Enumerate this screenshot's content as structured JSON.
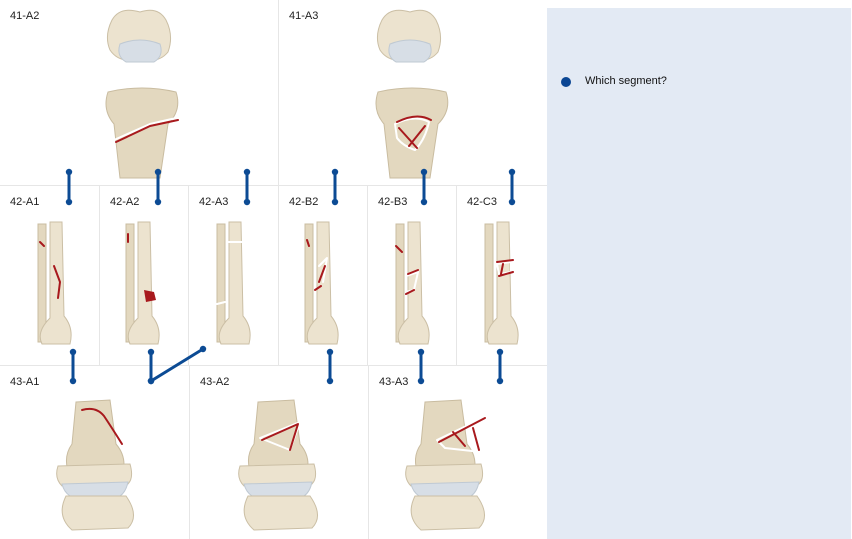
{
  "diagram": {
    "row1": [
      {
        "code": "41-A2"
      },
      {
        "code": "41-A3"
      }
    ],
    "row2": [
      {
        "code": "42-A1"
      },
      {
        "code": "42-A2"
      },
      {
        "code": "42-A3"
      },
      {
        "code": "42-B2"
      },
      {
        "code": "42-B3"
      },
      {
        "code": "42-C3"
      }
    ],
    "row3": [
      {
        "code": "43-A1"
      },
      {
        "code": "43-A2"
      },
      {
        "code": "43-A3"
      }
    ]
  },
  "panel": {
    "question": "Which segment?",
    "bullet_color": "#0b4693"
  },
  "colors": {
    "connector": "#0c4b94",
    "fracture": "#a8191d",
    "panel_bg": "#e3eaf4"
  }
}
